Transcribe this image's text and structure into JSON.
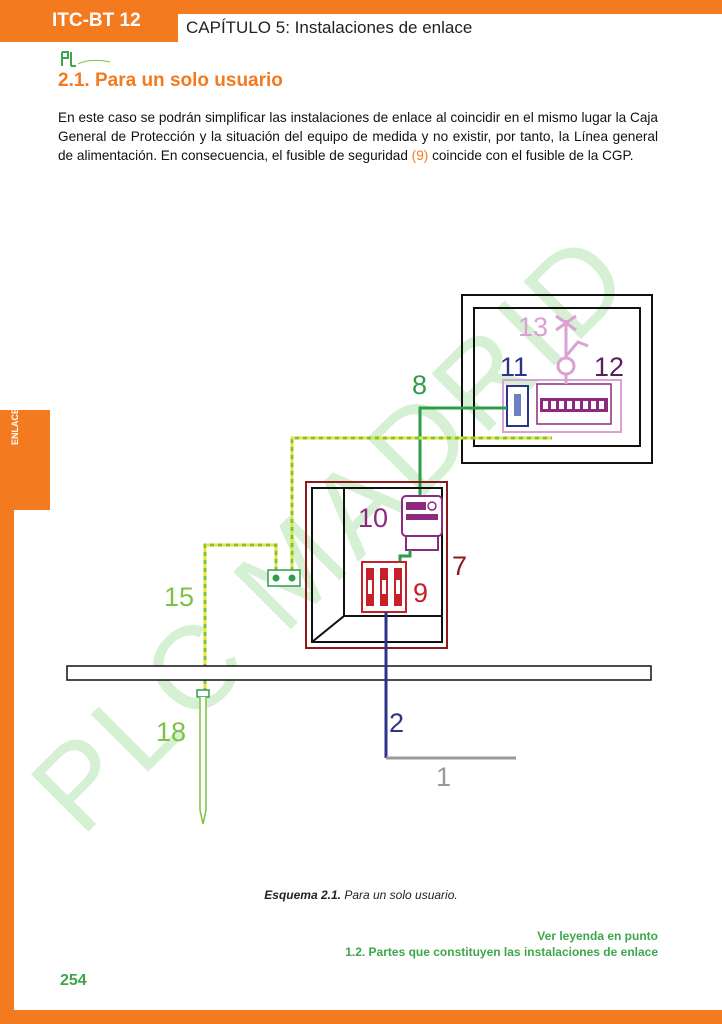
{
  "header": {
    "badge": "ITC-BT 12",
    "chapter": "CAPÍTULO 5: Instalaciones de enlace"
  },
  "section": {
    "title": "2.1. Para un solo usuario"
  },
  "paragraph": {
    "part1": "En este caso se podrán simplificar las instalaciones de enlace al coincidir en el mismo lugar la Caja General de Protección y la situación del equipo de medida y no existir, por tanto, la Línea general de alimentación. En consecuencia, el fusible de seguridad ",
    "highlight": "(9)",
    "part2": " coincide con el fusible de la CGP."
  },
  "side_tab": {
    "label": "ENLACE"
  },
  "diagram": {
    "labels": {
      "n1": "1",
      "n2": "2",
      "n7": "7",
      "n8": "8",
      "n9": "9",
      "n10": "10",
      "n11": "11",
      "n12": "12",
      "n13": "13",
      "n15": "15",
      "n18": "18"
    },
    "watermark": "PLC MADRID",
    "colors": {
      "green": "#2e9d4a",
      "blue": "#2b3489",
      "purple": "#8b2a7f",
      "pink": "#d9a2d2",
      "red": "#c8202a",
      "gray": "#9a9a9a",
      "lime": "#7dc242",
      "yellow": "#e6e62a"
    }
  },
  "caption": {
    "bold": "Esquema 2.1.",
    "text": " Para un solo usuario."
  },
  "reference": {
    "line1": "Ver leyenda en punto",
    "line2": "1.2. Partes que constituyen las instalaciones de enlace"
  },
  "page_number": "254"
}
